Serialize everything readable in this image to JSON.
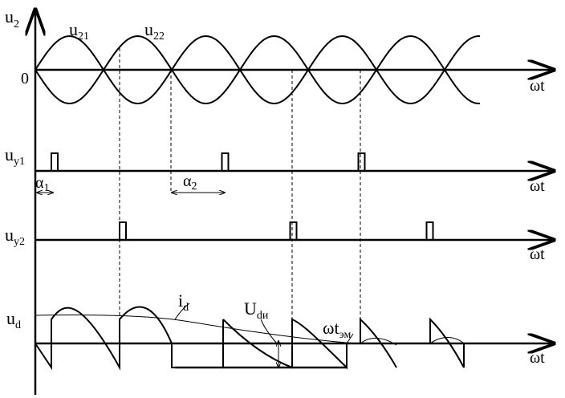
{
  "labels": {
    "u2": "u",
    "u2_sub": "2",
    "u21": "u",
    "u21_sub": "21",
    "u22": "u",
    "u22_sub": "22",
    "zero": "0",
    "wt": "ωt",
    "uy1": "u",
    "uy1_sub": "y1",
    "uy2": "u",
    "uy2_sub": "y2",
    "ud": "u",
    "ud_sub": "d",
    "alpha1": "α",
    "alpha1_sub": "1",
    "alpha2": "α",
    "alpha2_sub": "2",
    "id": "i",
    "id_sub": "d",
    "udi": "U",
    "udi_sub": "dи",
    "wtem": "ωt",
    "wtem_sub": "эм"
  },
  "diagram": {
    "period_count": 6,
    "pulse_phases_uy1": [
      0,
      2.5,
      4.5
    ],
    "pulse_phases_uy2": [
      1,
      3.5,
      5.5
    ]
  }
}
